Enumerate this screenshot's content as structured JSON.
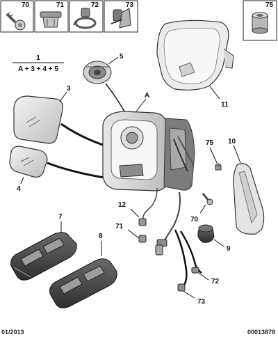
{
  "header_boxes": [
    {
      "label": "70",
      "icon": "screw-icon"
    },
    {
      "label": "71",
      "icon": "clip-icon"
    },
    {
      "label": "72",
      "icon": "cable-tie-icon"
    },
    {
      "label": "73",
      "icon": "cable-clip-icon"
    },
    {
      "label": "75",
      "icon": "bushing-icon"
    }
  ],
  "formula": {
    "number": "1",
    "text": "A + 3 + 4 + 5"
  },
  "callouts": {
    "a": "A",
    "p3": "3",
    "p4": "4",
    "p5": "5",
    "p7": "7",
    "p8": "8",
    "p9": "9",
    "p10": "10",
    "p11": "11",
    "p12": "12",
    "p70": "70",
    "p71": "71",
    "p72": "72",
    "p73": "73",
    "p75": "75"
  },
  "footer": {
    "date": "01/2013",
    "ref": "00013878"
  }
}
